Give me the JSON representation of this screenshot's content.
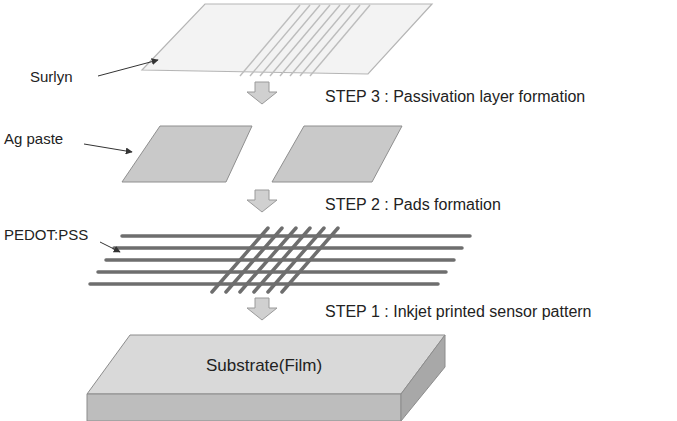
{
  "diagram": {
    "nodes": [
      {
        "text": [
          "Substrate(Film)"
        ]
      }
    ],
    "labels": [
      "Surlyn",
      "STEP 3 : Passivation layer formation",
      "Ag paste",
      "STEP 2 : Pads formation",
      "PEDOT:PSS",
      "STEP 1 : Inkjet printed sensor pattern"
    ]
  }
}
